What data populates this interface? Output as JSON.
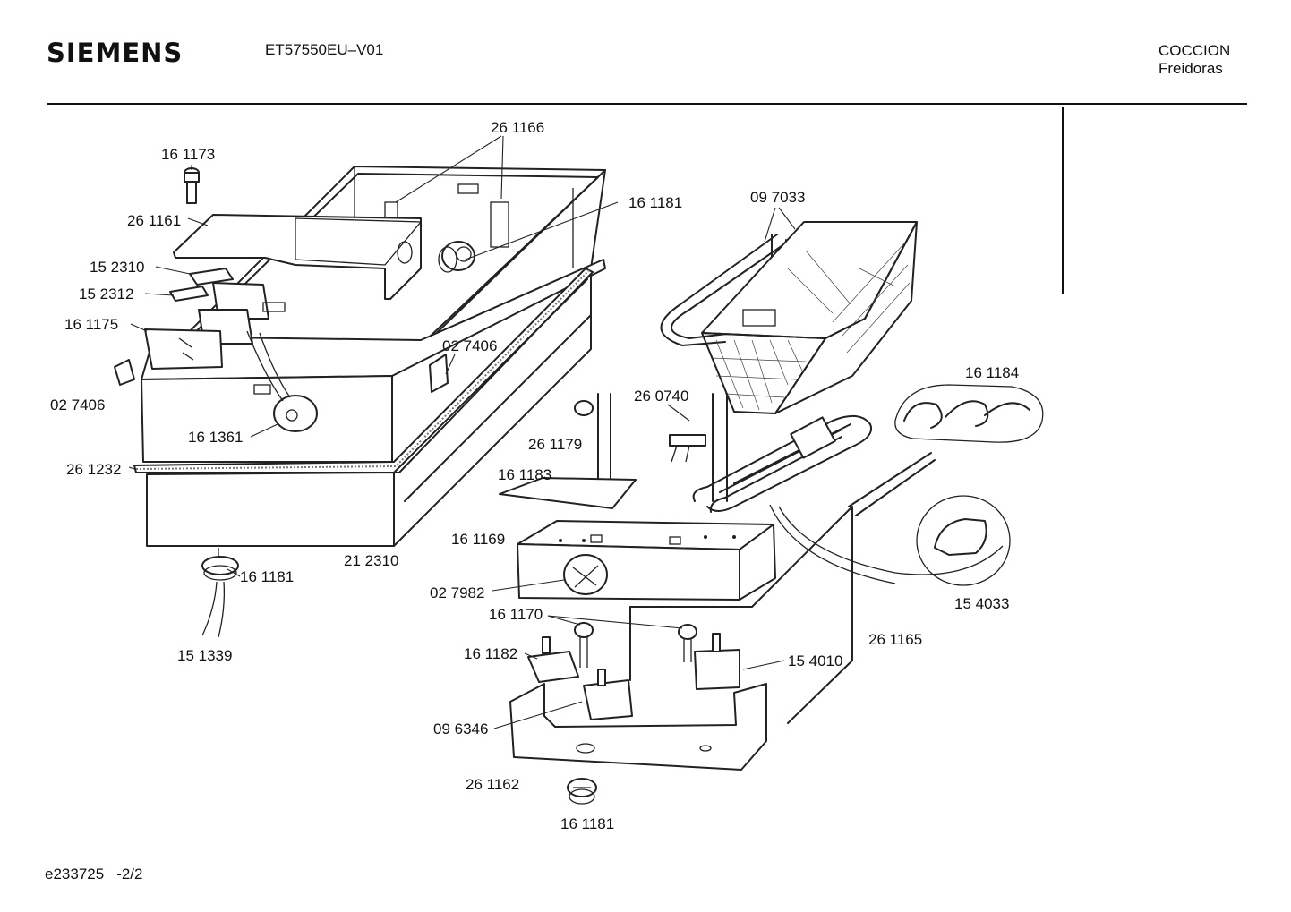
{
  "header": {
    "brand": "SIEMENS",
    "model": "ET57550EU–V01",
    "category_line1": "COCCION",
    "category_line2": "Freidoras"
  },
  "footer": {
    "doc_id": "e233725",
    "page": "-2/2"
  },
  "labels": [
    {
      "id": "l01",
      "text": "26 1166"
    },
    {
      "id": "l02",
      "text": "16 1173"
    },
    {
      "id": "l03",
      "text": "26 1161"
    },
    {
      "id": "l04",
      "text": "15 2310"
    },
    {
      "id": "l05",
      "text": "15 2312"
    },
    {
      "id": "l06",
      "text": "16 1175"
    },
    {
      "id": "l07",
      "text": "02 7406"
    },
    {
      "id": "l08",
      "text": "02 7406"
    },
    {
      "id": "l09",
      "text": "16 1361"
    },
    {
      "id": "l10",
      "text": "26 1232"
    },
    {
      "id": "l11",
      "text": "16 1181"
    },
    {
      "id": "l12",
      "text": "21 2310"
    },
    {
      "id": "l13",
      "text": "16 1181"
    },
    {
      "id": "l14",
      "text": "15 1339"
    },
    {
      "id": "l15",
      "text": "09 7033"
    },
    {
      "id": "l16",
      "text": "16 1184"
    },
    {
      "id": "l17",
      "text": "26 0740"
    },
    {
      "id": "l18",
      "text": "26 1179"
    },
    {
      "id": "l19",
      "text": "16 1183"
    },
    {
      "id": "l20",
      "text": "16 1169"
    },
    {
      "id": "l21",
      "text": "02 7982"
    },
    {
      "id": "l22",
      "text": "16 1170"
    },
    {
      "id": "l23",
      "text": "15 4033"
    },
    {
      "id": "l24",
      "text": "26 1165"
    },
    {
      "id": "l25",
      "text": "16 1182"
    },
    {
      "id": "l26",
      "text": "15 4010"
    },
    {
      "id": "l27",
      "text": "09 6346"
    },
    {
      "id": "l28",
      "text": "26 1162"
    },
    {
      "id": "l29",
      "text": "16 1181"
    }
  ]
}
